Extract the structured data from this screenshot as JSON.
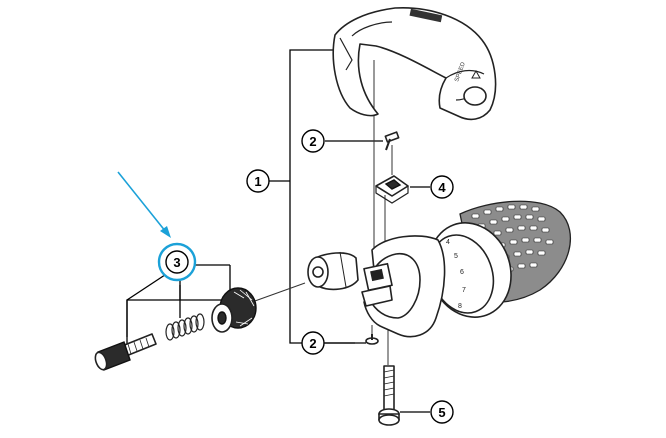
{
  "diagram": {
    "callouts": [
      {
        "number": "1"
      },
      {
        "number": "2"
      },
      {
        "number": "2"
      },
      {
        "number": "3"
      },
      {
        "number": "4"
      },
      {
        "number": "5"
      }
    ],
    "highlight_color": "#1ba1d8",
    "icons": {
      "pointer": "arrow-icon",
      "cover": "shifter-cover",
      "grip": "twist-grip"
    }
  }
}
